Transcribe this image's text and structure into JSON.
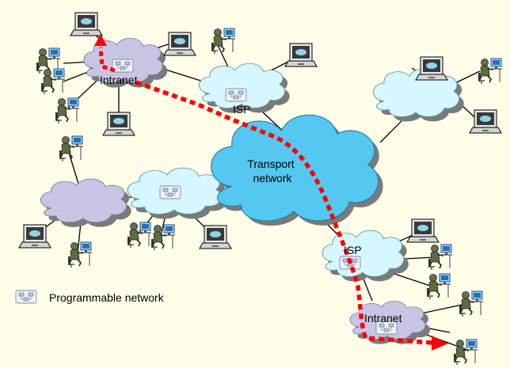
{
  "diagram": {
    "labels": {
      "intranet_top": "Intranet",
      "isp_top": "ISP",
      "transport": [
        "Transport",
        "network"
      ],
      "isp_bottom": "ISP",
      "intranet_bottom": "Intranet"
    },
    "legend": {
      "label": "Programmable network",
      "icon": "programmable-network-icon"
    },
    "colors": {
      "background": "#fffde8",
      "intranet_cloud": "#c8c4e4",
      "isp_cloud": "#d6f7ff",
      "transport_cloud": "#54c8f0",
      "cloud_shadow": "#7a7a7a",
      "path": "#ff0000",
      "link": "#000000"
    }
  }
}
